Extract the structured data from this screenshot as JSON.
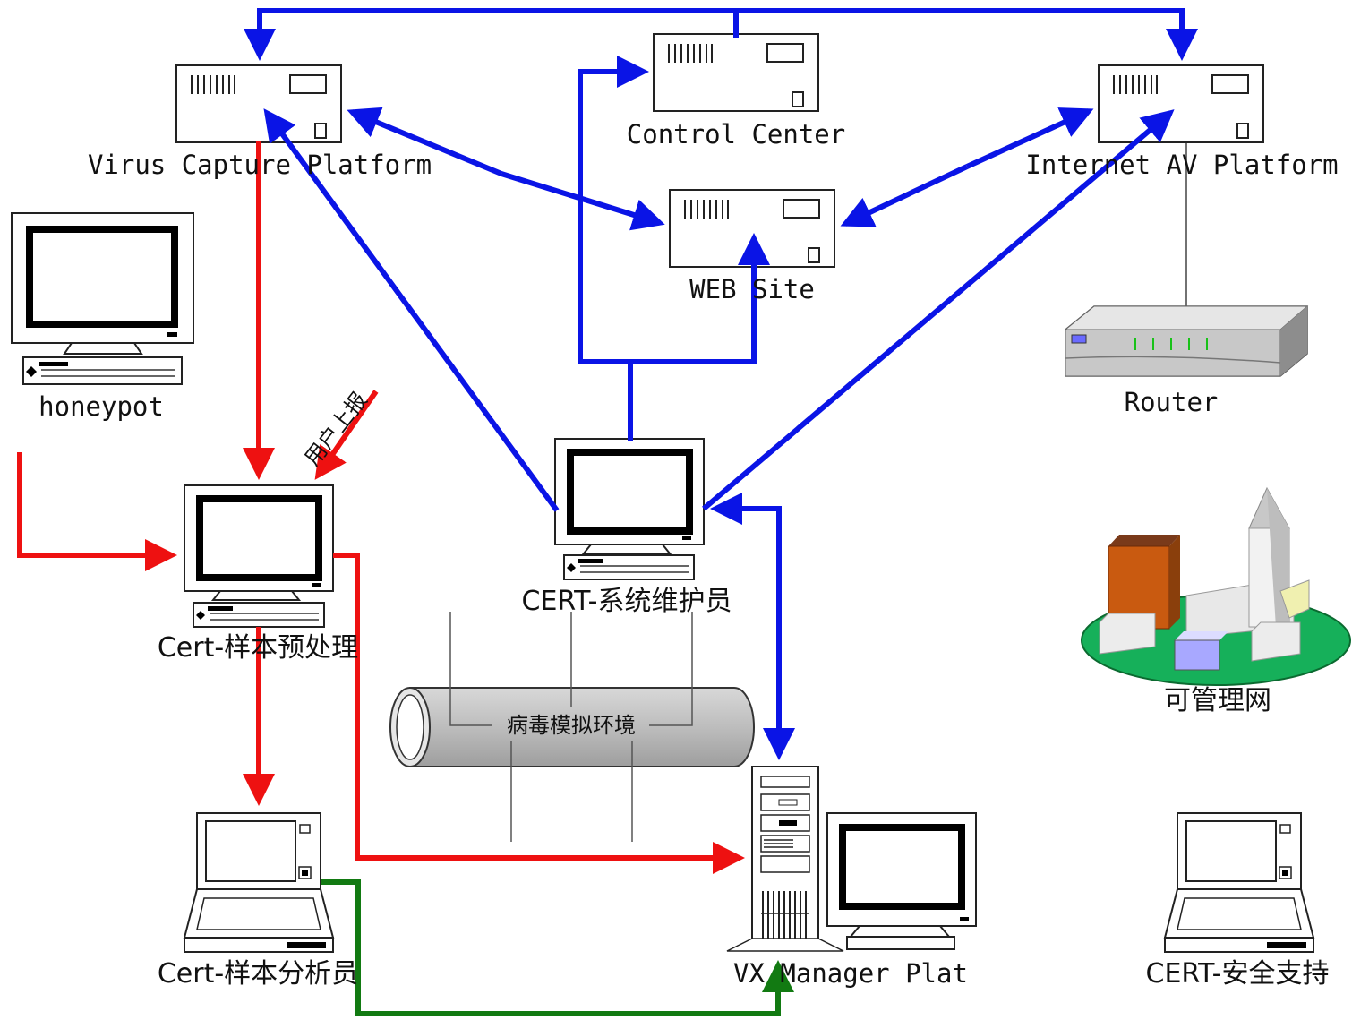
{
  "labels": {
    "virus_capture": "Virus Capture Platform",
    "control_center": "Control Center",
    "internet_av": "Internet AV Platform",
    "web_site": "WEB Site",
    "router": "Router",
    "honeypot": "honeypot",
    "cert_maintainer": "CERT-系统维护员",
    "cert_preprocess": "Cert-样本预处理",
    "virus_env": "病毒模拟环境",
    "managed_net": "可管理网",
    "cert_analyst": "Cert-样本分析员",
    "vx_manager": "VX Manager Plat",
    "cert_security": "CERT-安全支持",
    "user_report": "用户上报"
  },
  "colors": {
    "blue_link": "#0a14e6",
    "red_link": "#ee1111",
    "green_link": "#127a12"
  }
}
